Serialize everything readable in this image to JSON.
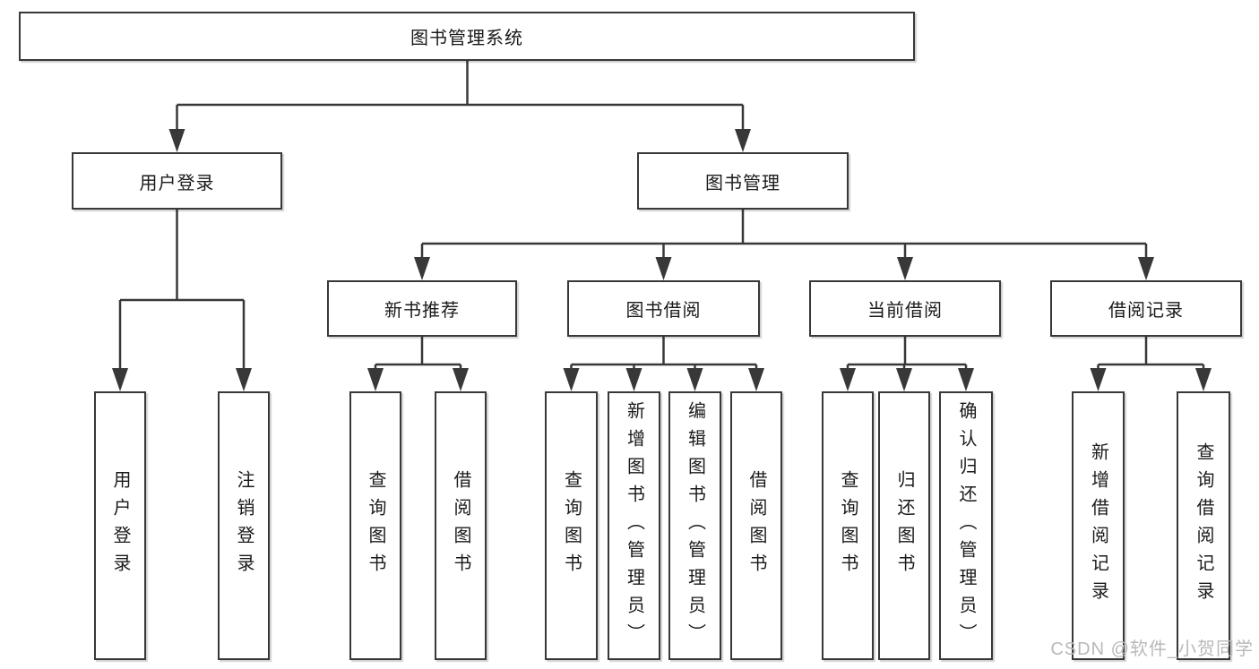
{
  "watermark": "CSDN @软件_小贺同学",
  "colors": {
    "line": "#383838",
    "box_border": "#383838",
    "box_background": "#ffffff",
    "text": "#1a1a1a",
    "watermark": "#b9b9b9"
  },
  "tree": {
    "root": {
      "label": "图书管理系统"
    },
    "children": [
      {
        "label": "用户登录",
        "leaves": [
          {
            "label": "用户登录"
          },
          {
            "label": "注销登录"
          }
        ]
      },
      {
        "label": "图书管理",
        "children": [
          {
            "label": "新书推荐",
            "leaves": [
              {
                "label": "查询图书"
              },
              {
                "label": "借阅图书"
              }
            ]
          },
          {
            "label": "图书借阅",
            "leaves": [
              {
                "label": "查询图书"
              },
              {
                "label": "新增图书（管理员）"
              },
              {
                "label": "编辑图书（管理员）"
              },
              {
                "label": "借阅图书"
              }
            ]
          },
          {
            "label": "当前借阅",
            "leaves": [
              {
                "label": "查询图书"
              },
              {
                "label": "归还图书"
              },
              {
                "label": "确认归还（管理员）"
              }
            ]
          },
          {
            "label": "借阅记录",
            "leaves": [
              {
                "label": "新增借阅记录"
              },
              {
                "label": "查询借阅记录"
              }
            ]
          }
        ]
      }
    ]
  }
}
